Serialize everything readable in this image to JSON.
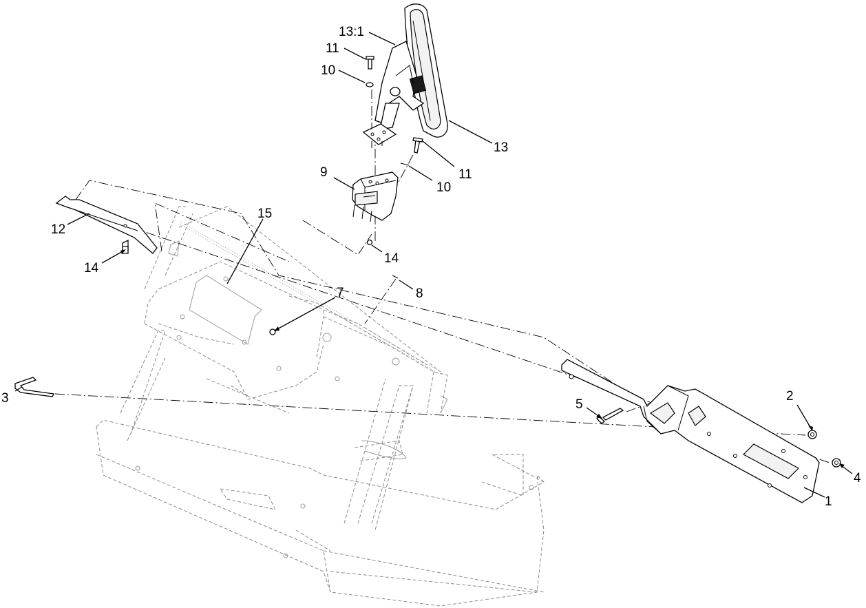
{
  "callouts": [
    {
      "id": "c1",
      "label": "1"
    },
    {
      "id": "c2",
      "label": "2"
    },
    {
      "id": "c3",
      "label": "3"
    },
    {
      "id": "c4",
      "label": "4"
    },
    {
      "id": "c5",
      "label": "5"
    },
    {
      "id": "c7",
      "label": "7"
    },
    {
      "id": "c8",
      "label": "8"
    },
    {
      "id": "c9",
      "label": "9"
    },
    {
      "id": "c10a",
      "label": "10"
    },
    {
      "id": "c10b",
      "label": "10"
    },
    {
      "id": "c11a",
      "label": "11"
    },
    {
      "id": "c11b",
      "label": "11"
    },
    {
      "id": "c12",
      "label": "12"
    },
    {
      "id": "c13",
      "label": "13"
    },
    {
      "id": "c13-1",
      "label": "13:1"
    },
    {
      "id": "c14a",
      "label": "14"
    },
    {
      "id": "c14b",
      "label": "14"
    },
    {
      "id": "c15",
      "label": "15"
    }
  ]
}
